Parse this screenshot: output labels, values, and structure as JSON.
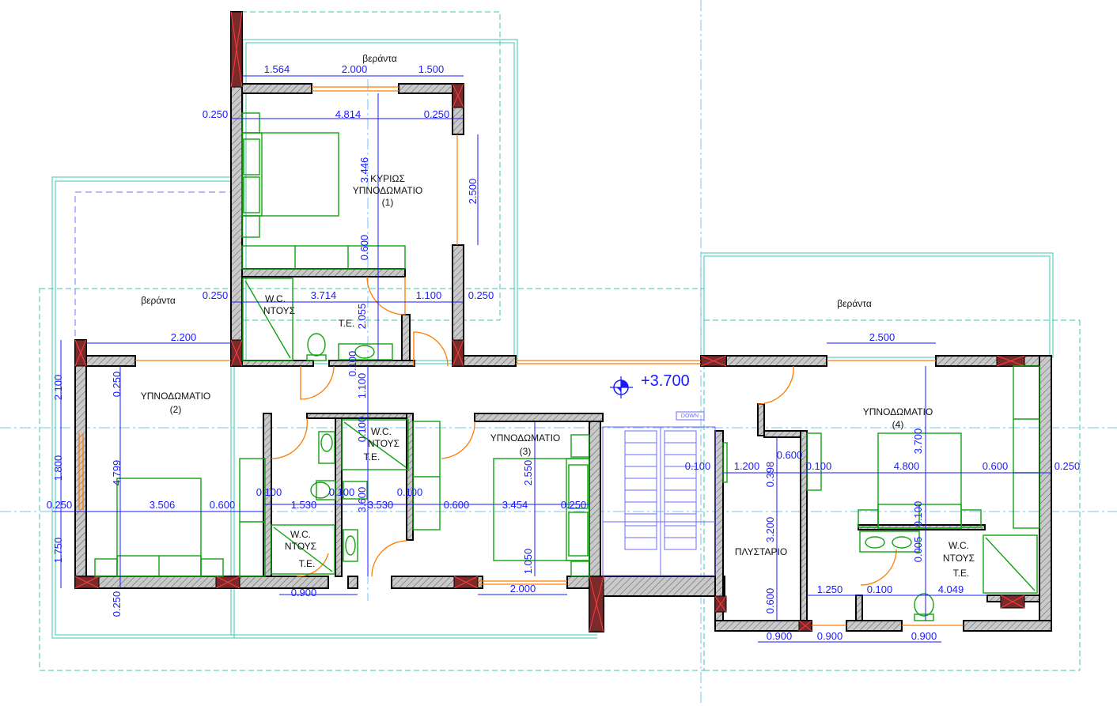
{
  "rooms": {
    "veranta_top": "βεράντα",
    "veranta_left": "βεράντα",
    "veranta_right": "βεράντα",
    "master_line1": "ΚΥΡΙΩΣ",
    "master_line2": "ΥΠΝΟΔΩΜΑΤΙΟ",
    "master_num": "(1)",
    "wc1_line1": "W.C.",
    "wc1_line2": "ΝΤΟΥΣ",
    "te_master": "Τ.Ε.",
    "bed2_name": "ΥΠΝΟΔΩΜΑΤΙΟ",
    "bed2_num": "(2)",
    "wc2_line1": "W.C.",
    "wc2_line2": "ΝΤΟΥΣ",
    "wc2_line3": "Τ.Ε.",
    "wc3_line1": "W.C.",
    "wc3_line2": "ΝΤΟΥΣ",
    "wc3_line3": "Τ.Ε.",
    "bed3_name": "ΥΠΝΟΔΩΜΑΤΙΟ",
    "bed3_num": "(3)",
    "laundry": "ΠΛΥΣΤΑΡΙΟ",
    "bed4_name": "ΥΠΝΟΔΩΜΑΤΙΟ",
    "bed4_num": "(4)",
    "wc4_line1": "W.C.",
    "wc4_line2": "ΝΤΟΥΣ",
    "wc4_line3": "Τ.Ε."
  },
  "elevation": "+3.700",
  "stair_label": "DOWN",
  "dims": {
    "d1": "1.564",
    "d2": "2.000",
    "d3": "1.500",
    "d4": "0.250",
    "d5": "4.814",
    "d6": "0.250",
    "d7": "3.446",
    "d8": "2.500",
    "d9": "0.600",
    "d10": "0.250",
    "d11": "3.714",
    "d12": "1.100",
    "d13": "0.250",
    "d14": "2.055",
    "d15": "2.200",
    "d16": "0.100",
    "d17": "1.100",
    "d18": "2.100",
    "d19": "0.250",
    "d20": "0.100",
    "d21": "2.500",
    "d22": "3.700",
    "d23": "0.600",
    "d24": "0.100",
    "d25": "1.200",
    "d26": "0.398",
    "d27": "0.100",
    "d28": "4.800",
    "d29": "0.600",
    "d30": "0.250",
    "d31": "1.800",
    "d32": "4.799",
    "d33": "2.550",
    "d34": "0.250",
    "d35": "3.506",
    "d36": "0.600",
    "d37": "0.100",
    "d38": "1.530",
    "d39": "0.100",
    "d40": "3.530",
    "d41": "0.100",
    "d42": "0.600",
    "d43": "3.454",
    "d44": "0.250",
    "d45": "3.600",
    "d46": "0.100",
    "d47": "3.200",
    "d48": "0.005",
    "d49": "1.750",
    "d50": "1.050",
    "d51": "0.250",
    "d52": "0.900",
    "d53": "2.000",
    "d54": "0.600",
    "d55": "1.250",
    "d56": "0.100",
    "d57": "4.049",
    "d58": "0.900",
    "d59": "0.900",
    "d60": "0.900"
  },
  "colors": {
    "wall": "#b8b8b8",
    "column": "#7a2a2a",
    "furniture": "#11a311",
    "door": "#ff7a00",
    "dimension": "#1a1aff",
    "boundary": "#3ec6b0",
    "axis": "#77c7f2"
  }
}
